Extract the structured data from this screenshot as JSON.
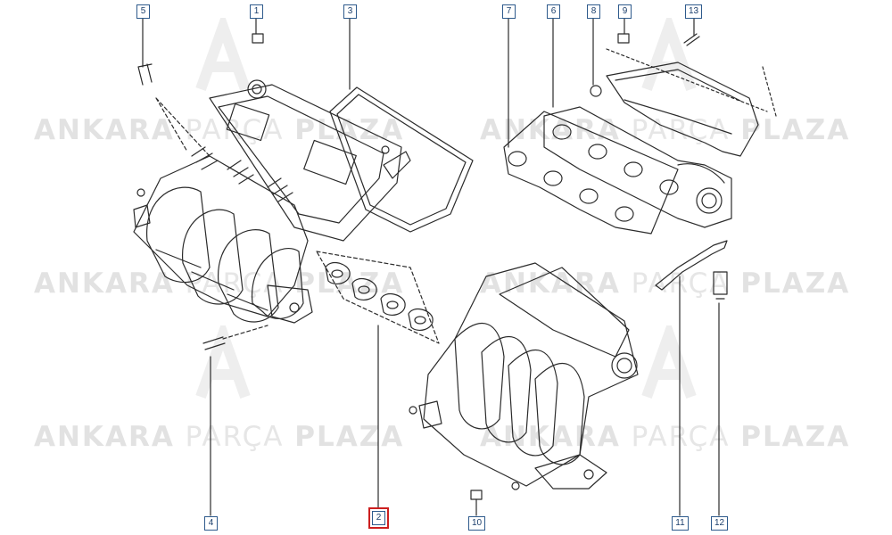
{
  "watermark": {
    "word1": "ANKARA",
    "word2": "PARÇA",
    "word3": "PLAZA"
  },
  "colors": {
    "line": "#2b2b2b",
    "callout_border": "#2e5a8c",
    "highlight": "#cc1f1f",
    "watermark": "#e2e2e2"
  },
  "callouts": {
    "c1": "1",
    "c2": "2",
    "c3": "3",
    "c4": "4",
    "c5": "5",
    "c6": "6",
    "c7": "7",
    "c8": "8",
    "c9": "9",
    "c10": "10",
    "c11": "11",
    "c12": "12",
    "c13": "13"
  },
  "highlighted_callout": "2"
}
